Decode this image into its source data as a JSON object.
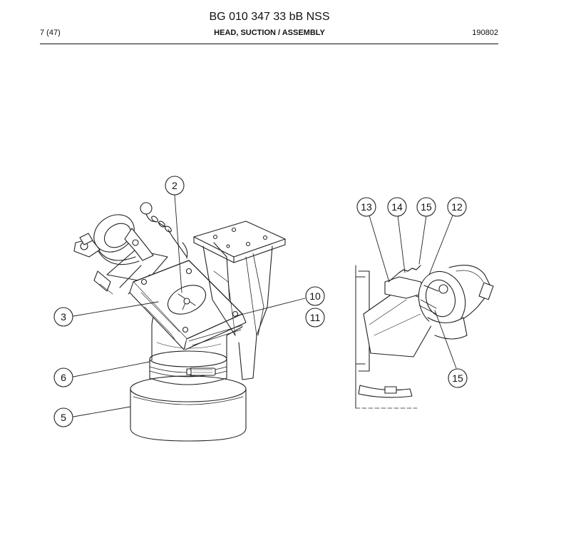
{
  "header": {
    "document_number": "BG 010 347 33 bB NSS",
    "page": "7 (47)",
    "section_title": "HEAD, SUCTION / ASSEMBLY",
    "date_code": "190802"
  },
  "callouts": {
    "c2": "2",
    "c3": "3",
    "c5": "5",
    "c6": "6",
    "c10": "10",
    "c11": "11",
    "c12": "12",
    "c13": "13",
    "c14": "14",
    "c15a": "15",
    "c15b": "15"
  }
}
